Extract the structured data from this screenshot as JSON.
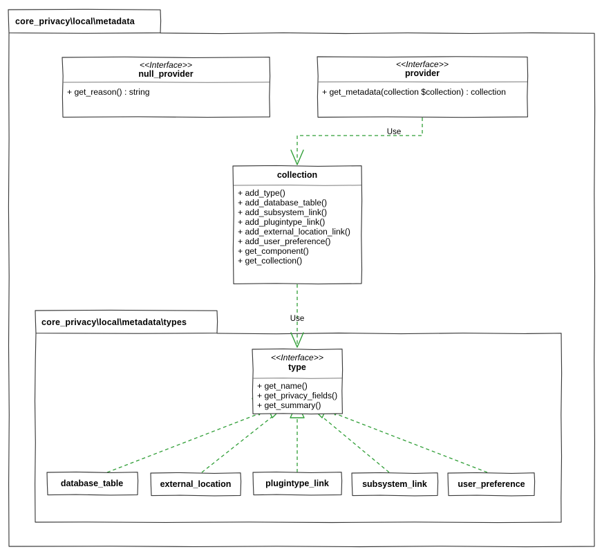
{
  "diagram": {
    "kind": "uml-class-diagram",
    "background_color": "#ffffff",
    "line_color": "#3a3a3a",
    "relation_color": "#2f9e36"
  },
  "packages": [
    {
      "id": "pkg_outer",
      "label": "core_privacy\\local\\metadata"
    },
    {
      "id": "pkg_inner",
      "label": "core_privacy\\local\\metadata\\types"
    }
  ],
  "classes": {
    "null_provider": {
      "stereotype": "<<Interface>>",
      "name": "null_provider",
      "members": [
        "+ get_reason() : string"
      ]
    },
    "provider": {
      "stereotype": "<<Interface>>",
      "name": "provider",
      "members": [
        "+ get_metadata(collection $collection) : collection"
      ]
    },
    "collection": {
      "stereotype": "",
      "name": "collection",
      "members": [
        "+ add_type()",
        "+ add_database_table()",
        "+ add_subsystem_link()",
        "+ add_plugintype_link()",
        "+ add_external_location_link()",
        "+ add_user_preference()",
        "+ get_component()",
        "+ get_collection()"
      ]
    },
    "type": {
      "stereotype": "<<Interface>>",
      "name": "type",
      "members": [
        "+ get_name()",
        "+ get_privacy_fields()",
        "+ get_summary()"
      ]
    },
    "database_table": {
      "stereotype": "",
      "name": "database_table",
      "members": []
    },
    "external_location": {
      "stereotype": "",
      "name": "external_location",
      "members": []
    },
    "plugintype_link": {
      "stereotype": "",
      "name": "plugintype_link",
      "members": []
    },
    "subsystem_link": {
      "stereotype": "",
      "name": "subsystem_link",
      "members": []
    },
    "user_preference": {
      "stereotype": "",
      "name": "user_preference",
      "members": []
    }
  },
  "relations": [
    {
      "id": "rel_provider_collection",
      "from": "provider",
      "to": "collection",
      "type": "dependency",
      "label": "Use"
    },
    {
      "id": "rel_collection_type",
      "from": "collection",
      "to": "type",
      "type": "dependency",
      "label": "Use"
    },
    {
      "id": "rel_database_table_type",
      "from": "database_table",
      "to": "type",
      "type": "realization",
      "label": ""
    },
    {
      "id": "rel_external_location_type",
      "from": "external_location",
      "to": "type",
      "type": "realization",
      "label": ""
    },
    {
      "id": "rel_plugintype_link_type",
      "from": "plugintype_link",
      "to": "type",
      "type": "realization",
      "label": ""
    },
    {
      "id": "rel_subsystem_link_type",
      "from": "subsystem_link",
      "to": "type",
      "type": "realization",
      "label": ""
    },
    {
      "id": "rel_user_preference_type",
      "from": "user_preference",
      "to": "type",
      "type": "realization",
      "label": ""
    }
  ]
}
